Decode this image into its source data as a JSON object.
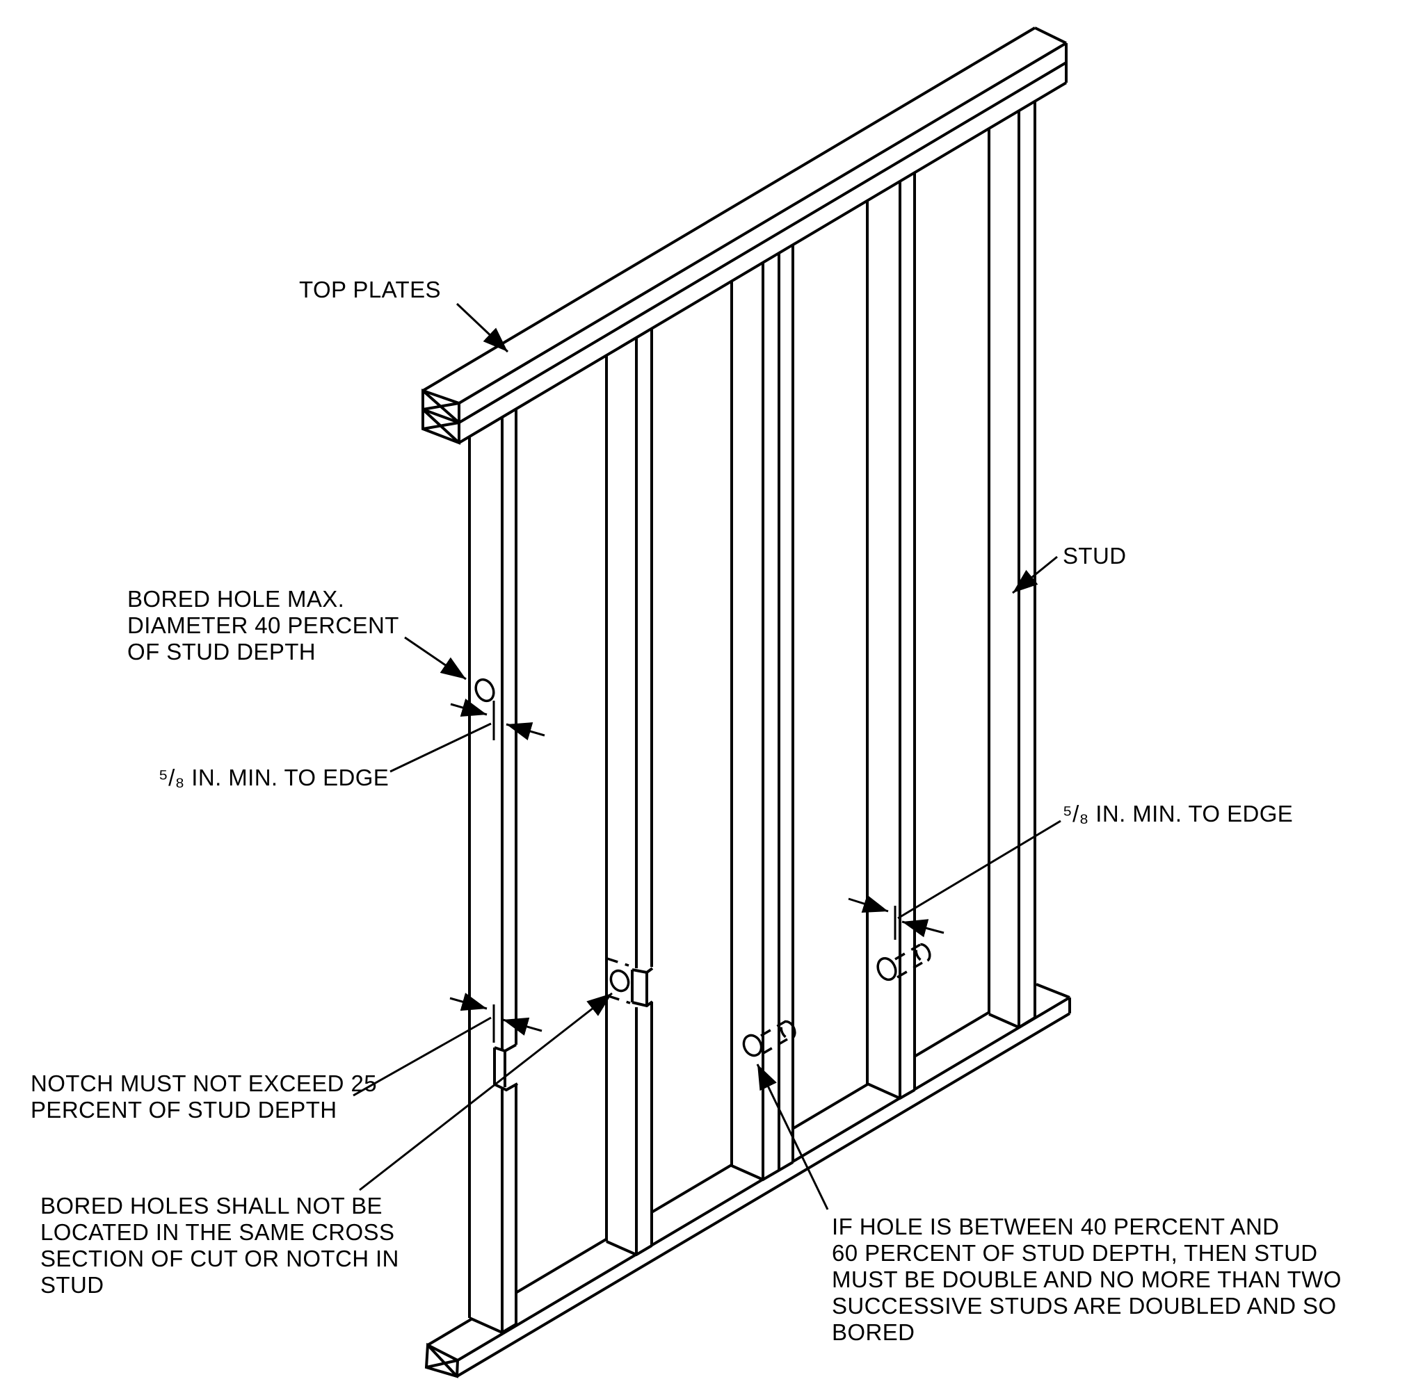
{
  "diagram": {
    "type": "isometric-wall-framing-detail",
    "background_color": "#ffffff",
    "line_color": "#000000",
    "labels": {
      "top_plates": "TOP PLATES",
      "stud": "STUD",
      "bored_hole_max": "BORED HOLE MAX.\nDIAMETER 40 PERCENT\nOF STUD DEPTH",
      "min_edge_left": "⁵/₈ IN. MIN. TO EDGE",
      "min_edge_right": "⁵/₈ IN. MIN. TO EDGE",
      "notch_limit": "NOTCH MUST NOT EXCEED 25\nPERCENT OF STUD DEPTH",
      "bored_holes_cross_section": "BORED HOLES SHALL NOT BE\nLOCATED IN THE SAME CROSS\nSECTION OF CUT OR NOTCH IN\nSTUD",
      "doubled_stud_rule": "IF HOLE IS BETWEEN 40 PERCENT AND\n60 PERCENT OF STUD DEPTH, THEN STUD\nMUST BE DOUBLE AND NO MORE THAN TWO\nSUCCESSIVE STUDS ARE DOUBLED AND SO\nBORED"
    }
  }
}
